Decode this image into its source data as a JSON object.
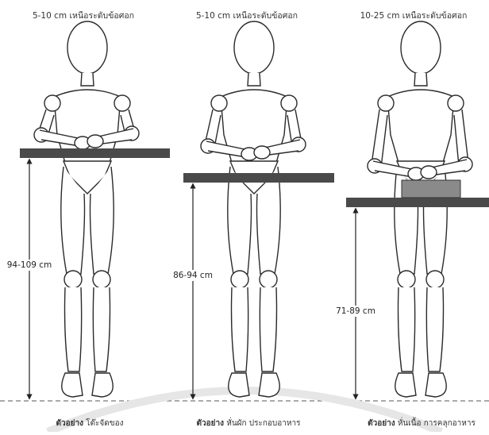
{
  "panels": [
    {
      "top_label": "5-10 cm เหนือระดับข้อศอก",
      "height_label": "94-109 cm",
      "caption_bold": "ตัวอย่าง",
      "caption_text": "โต๊ะจัดของ"
    },
    {
      "top_label": "5-10 cm เหนือระดับข้อศอก",
      "height_label": "86-94 cm",
      "caption_bold": "ตัวอย่าง",
      "caption_text": "หั่นผัก ประกอบอาหาร"
    },
    {
      "top_label": "10-25 cm เหนือระดับข้อศอก",
      "height_label": "71-89 cm",
      "caption_bold": "ตัวอย่าง",
      "caption_text": "หั่นเนื้อ การคลุกอาหาร"
    }
  ],
  "colors": {
    "table": "#4a4a4a",
    "figure_stroke": "#2b2b2b",
    "dimension": "#222222",
    "floor": "#555555"
  }
}
